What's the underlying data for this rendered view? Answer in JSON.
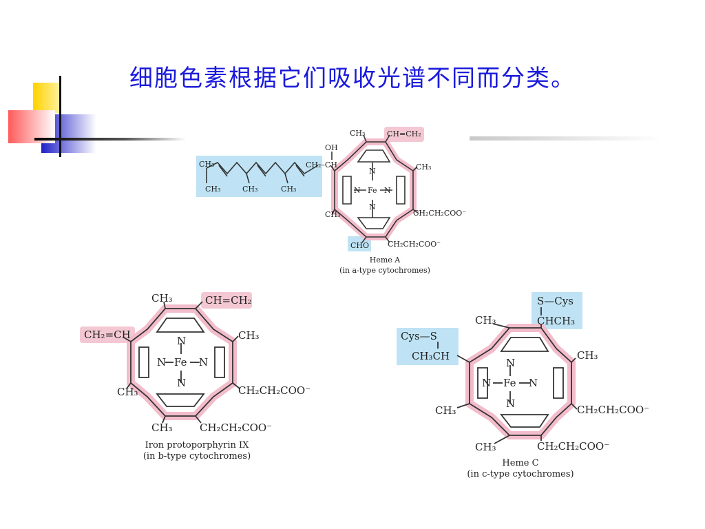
{
  "slide": {
    "title": "细胞色素根据它们吸收光谱不同而分类。"
  },
  "heme_a": {
    "ch3_top": "CH₃",
    "vinyl": "CH=CH₂",
    "oh": "OH",
    "ch2ch": "CH₂–CH",
    "ch3_right": "CH₃",
    "ch3_left": "CH₃",
    "propionate_1": "CH₂CH₂COO⁻",
    "propionate_2": "CH₂CH₂COO⁻",
    "cho": "CHO",
    "tail_ch3_a": "CH₃",
    "tail_ch3_b": "CH₃",
    "tail_ch3_c": "CH₃",
    "tail_ch3_d": "CH₃",
    "n_top": "N",
    "n_left": "N",
    "fe": "Fe",
    "n_right": "N",
    "n_bottom": "N",
    "caption_1": "Heme A",
    "caption_2": "(in a-type cytochromes)"
  },
  "iron_pp": {
    "ch3_top": "CH₃",
    "vinyl_top": "CH=CH₂",
    "vinyl_left": "CH₂=CH",
    "ch3_right": "CH₃",
    "ch3_left": "CH₃",
    "propionate_1": "CH₂CH₂COO⁻",
    "ch3_bottom": "CH₃",
    "propionate_2": "CH₂CH₂COO⁻",
    "n_top": "N",
    "n_left": "N",
    "fe": "Fe",
    "n_right": "N",
    "n_bottom": "N",
    "caption_1": "Iron protoporphyrin IX",
    "caption_2": "(in b-type cytochromes)"
  },
  "heme_c": {
    "s_cys_top": "S—Cys",
    "chch3_top": "CHCH₃",
    "cys_s_left": "Cys—S",
    "ch3ch_left": "CH₃CH",
    "ch3_top": "CH₃",
    "ch3_right": "CH₃",
    "ch3_left": "CH₃",
    "propionate_1": "CH₂CH₂COO⁻",
    "ch3_bottom": "CH₃",
    "propionate_2": "CH₂CH₂COO⁻",
    "n_top": "N",
    "n_left": "N",
    "fe": "Fe",
    "n_right": "N",
    "n_bottom": "N",
    "caption_1": "Heme C",
    "caption_2": "(in c-type cytochromes)"
  }
}
